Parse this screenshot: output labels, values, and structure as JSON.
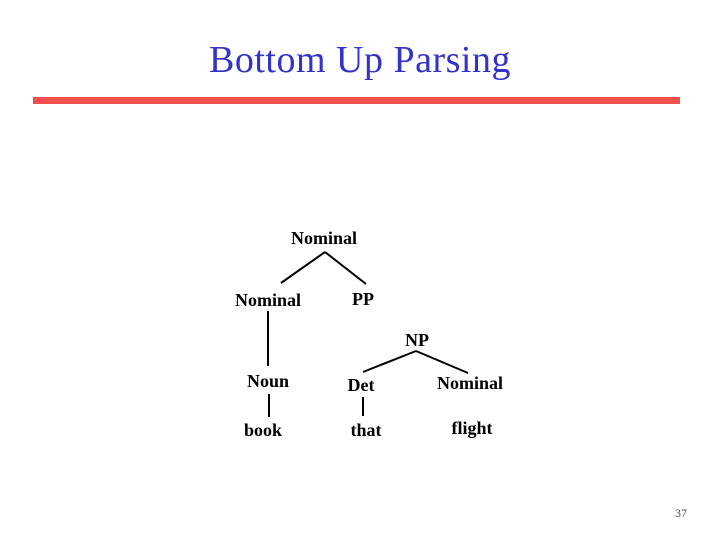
{
  "slide": {
    "title": "Bottom Up Parsing",
    "page_number": "37"
  },
  "tree": {
    "description-of-structure": "partial bottom-up parse: Nominal -> Nominal PP (upper fragment); Nominal -> Noun -> book; NP -> Det Nominal; Det -> that; flight not yet attached",
    "nodes": [
      {
        "id": "nominal-root",
        "label": "Nominal"
      },
      {
        "id": "nominal-left",
        "label": "Nominal"
      },
      {
        "id": "pp",
        "label": "PP"
      },
      {
        "id": "np",
        "label": "NP"
      },
      {
        "id": "noun",
        "label": "Noun"
      },
      {
        "id": "det",
        "label": "Det"
      },
      {
        "id": "nominal-right",
        "label": "Nominal"
      },
      {
        "id": "book",
        "label": "book"
      },
      {
        "id": "that",
        "label": "that"
      },
      {
        "id": "flight",
        "label": "flight"
      }
    ]
  },
  "colors": {
    "title_text": "#3333cc",
    "rule": "#f24f4f",
    "tree_text": "#000000",
    "tree_lines": "#000000",
    "page_number": "#4d4d4d",
    "background": "#ffffff"
  }
}
